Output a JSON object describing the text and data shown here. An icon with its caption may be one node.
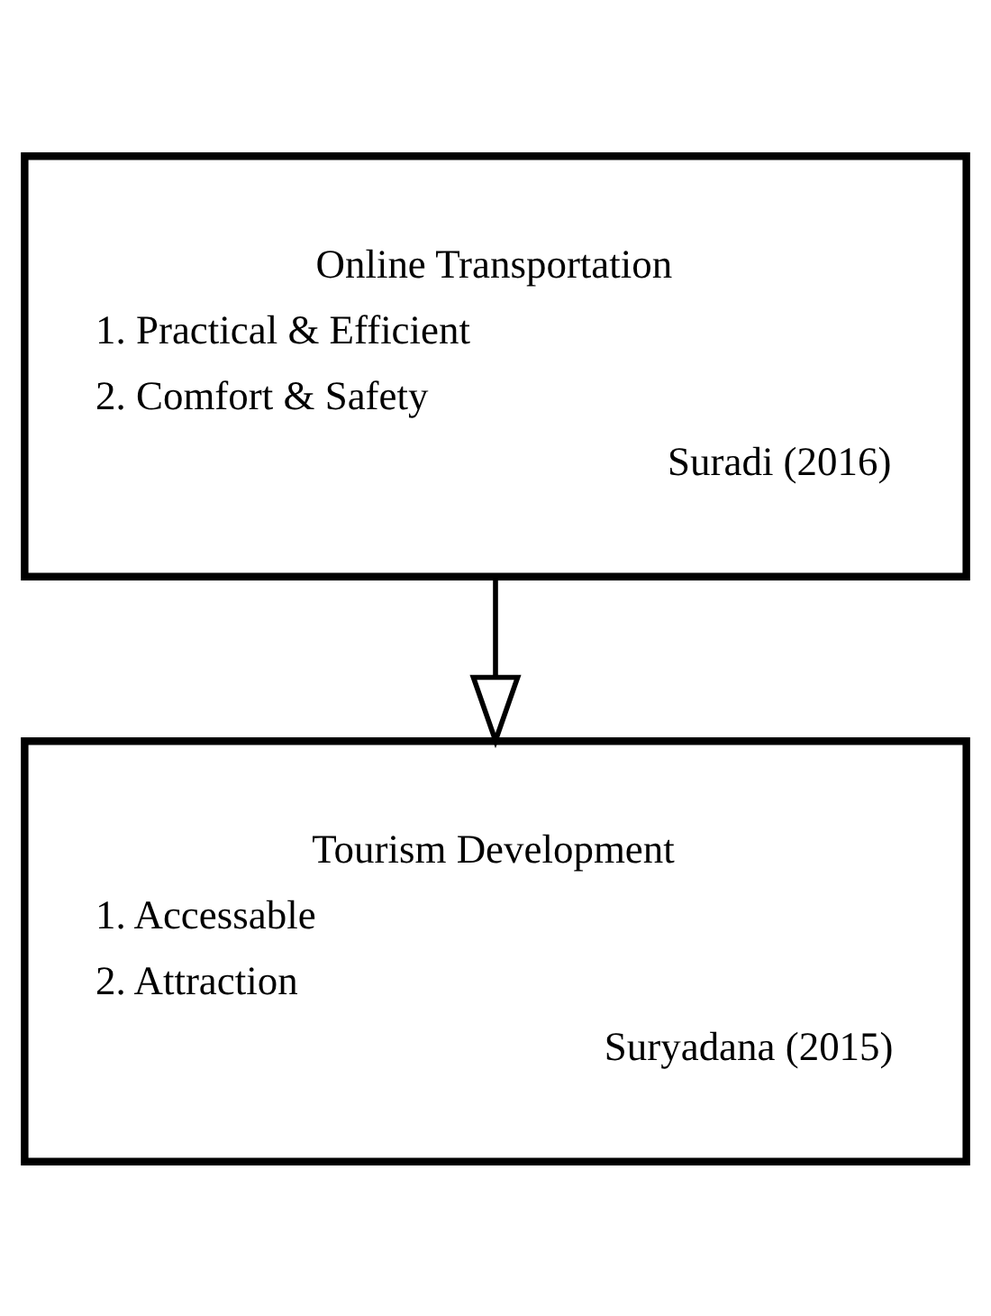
{
  "diagram": {
    "nodes": [
      {
        "text": [
          "Online Transportation",
          "1. Practical & Efficient",
          "2. Comfort & Safety",
          "Suradi (2016)"
        ]
      },
      {
        "text": [
          "Tourism Development",
          "1. Accessable",
          "2. Attraction",
          "Suryadana (2015)"
        ]
      }
    ],
    "edges": [
      {
        "from": 0,
        "to": 1,
        "arrow": "to"
      }
    ]
  }
}
